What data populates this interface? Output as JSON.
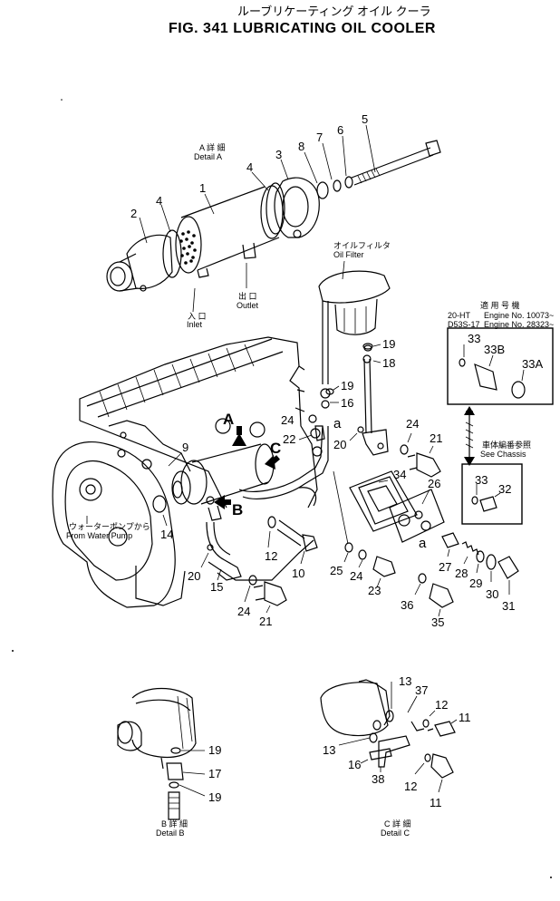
{
  "header": {
    "title_jp": "ルーブリケーティング オイル クーラ",
    "title_en": "FIG. 341  LUBRICATING  OIL  COOLER"
  },
  "labels": {
    "detail_a_jp": "A 詳 細",
    "detail_a_en": "Detail A",
    "inlet_jp": "入 口",
    "inlet_en": "Inlet",
    "outlet_jp": "出 口",
    "outlet_en": "Outlet",
    "oil_filter_jp": "オイルフィルタ",
    "oil_filter_en": "Oil    Filter",
    "water_pump_jp": "ウォーターポンプから",
    "water_pump_en": "From Water Pump",
    "engine_20ht_model": "20-HT",
    "engine_20ht_no": "Engine No. 10073~",
    "engine_d53s_model": "D53S-17",
    "engine_d53s_no": "Engine No. 28323~",
    "applicable_jp": "適 用 号 機",
    "see_chassis_jp": "車体編番参照",
    "see_chassis_en": "See Chassis",
    "detail_b_jp": "B 詳 細",
    "detail_b_en": "Detail B",
    "detail_c_jp": "C 詳 細",
    "detail_c_en": "Detail C",
    "arrow_a": "A",
    "arrow_b": "B",
    "arrow_c": "C",
    "ref_a_1": "a",
    "ref_a_2": "a"
  },
  "parts": {
    "p1": "1",
    "p2": "2",
    "p3": "3",
    "p4a": "4",
    "p4b": "4",
    "p5": "5",
    "p6": "6",
    "p7": "7",
    "p8": "8",
    "p9": "9",
    "p10": "10",
    "p11a": "11",
    "p11b": "11",
    "p12a": "12",
    "p12b": "12",
    "p12c": "12",
    "p13a": "13",
    "p13b": "13",
    "p14": "14",
    "p15": "15",
    "p16a": "16",
    "p16b": "16",
    "p17": "17",
    "p18": "18",
    "p19a": "19",
    "p19b": "19",
    "p19c": "19",
    "p19d": "19",
    "p20a": "20",
    "p20b": "20",
    "p21a": "21",
    "p21b": "21",
    "p22": "22",
    "p23": "23",
    "p24a": "24",
    "p24b": "24",
    "p24c": "24",
    "p24d": "24",
    "p25": "25",
    "p26": "26",
    "p27": "27",
    "p28": "28",
    "p29": "29",
    "p30": "30",
    "p31": "31",
    "p32": "32",
    "p33a": "33",
    "p33b": "33",
    "p33B": "33B",
    "p33A": "33A",
    "p34": "34",
    "p35": "35",
    "p36": "36",
    "p37": "37",
    "p38": "38"
  }
}
